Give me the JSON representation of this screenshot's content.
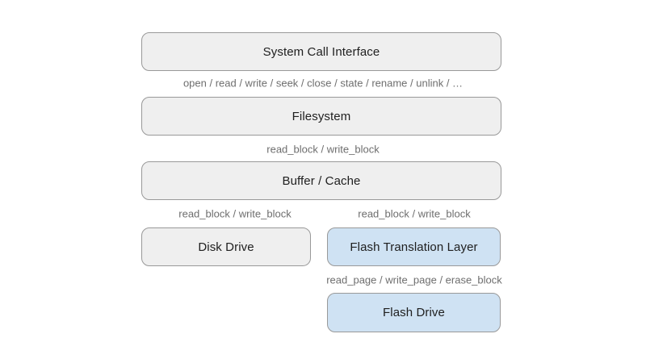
{
  "diagram": {
    "boxes": {
      "system_call_interface": {
        "label": "System Call Interface",
        "fill": "#efefef"
      },
      "filesystem": {
        "label": "Filesystem",
        "fill": "#efefef"
      },
      "buffer_cache": {
        "label": "Buffer / Cache",
        "fill": "#efefef"
      },
      "disk_drive": {
        "label": "Disk Drive",
        "fill": "#efefef"
      },
      "flash_translation_layer": {
        "label": "Flash Translation Layer",
        "fill": "#cfe2f3"
      },
      "flash_drive": {
        "label": "Flash Drive",
        "fill": "#cfe2f3"
      }
    },
    "edge_labels": {
      "syscall_to_filesystem": "open / read / write / seek / close / state / rename / unlink / …",
      "filesystem_to_buffer": "read_block / write_block",
      "buffer_to_disk_drive": "read_block / write_block",
      "buffer_to_ftl": "read_block / write_block",
      "ftl_to_flash_drive": "read_page / write_page / erase_block"
    },
    "colors": {
      "background": "#ffffff",
      "box_gray_fill": "#efefef",
      "box_blue_fill": "#cfe2f3",
      "box_border": "#999999",
      "box_text": "#202020",
      "edge_label_text": "#6e6e6e"
    }
  }
}
